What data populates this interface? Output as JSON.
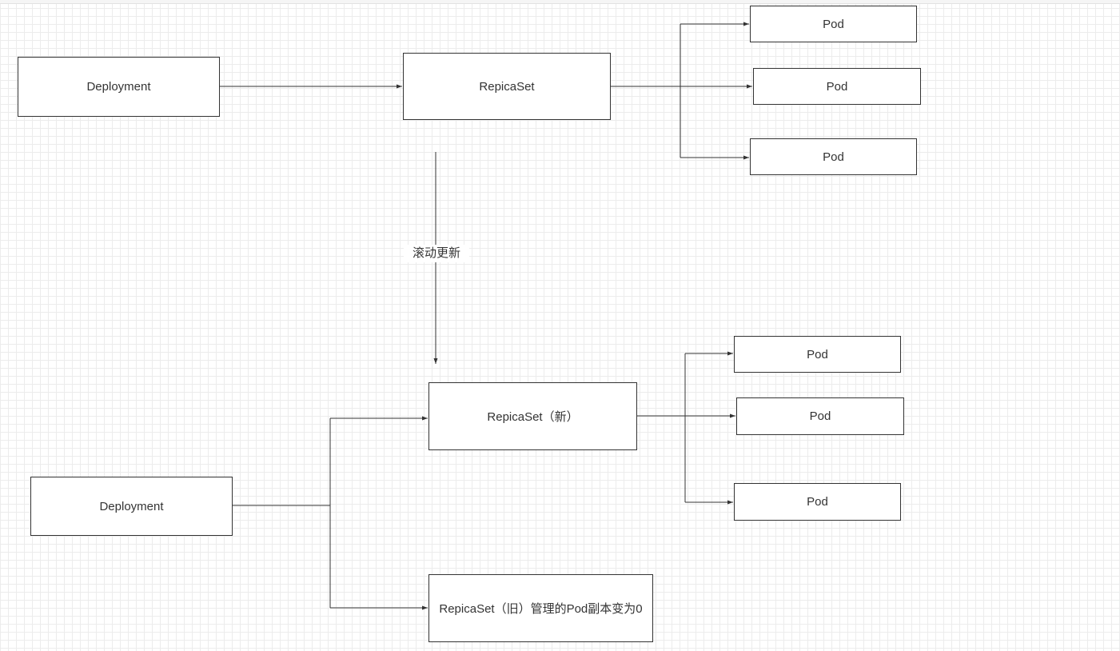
{
  "top": {
    "deployment": "Deployment",
    "replicaset": "RepicaSet",
    "pods": [
      "Pod",
      "Pod",
      "Pod"
    ]
  },
  "transition_label": "滚动更新",
  "bottom": {
    "deployment": "Deployment",
    "replicaset_new": "RepicaSet（新）",
    "replicaset_old": "RepicaSet（旧）管理的Pod副本变为0",
    "pods": [
      "Pod",
      "Pod",
      "Pod"
    ]
  },
  "colors": {
    "stroke": "#333333",
    "grid": "#ececec",
    "background": "#ffffff"
  }
}
